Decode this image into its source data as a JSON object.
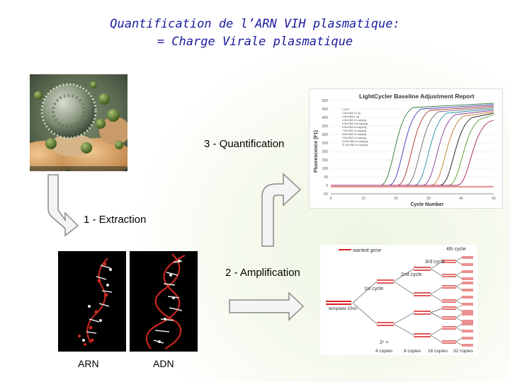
{
  "title": {
    "line1": "Quantification de l’ARN VIH plasmatique:",
    "line2": "= Charge Virale plasmatique"
  },
  "steps": {
    "quantification": "3 - Quantification",
    "extraction": "1 - Extraction",
    "amplification": "2 - Amplification"
  },
  "molecules": {
    "arn": "ARN",
    "adn": "ADN"
  },
  "lightcycler": {
    "report_title": "LightCycler Baseline Adjustment Report",
    "ylabel": "Fluorescence (F1)",
    "xlabel": "Cycle Number",
    "yticks": [
      "500",
      "450",
      "400",
      "350",
      "300",
      "250",
      "200",
      "150",
      "100",
      "50",
      "0",
      "-50"
    ],
    "xticks": [
      "0",
      "10",
      "20",
      "30",
      "40",
      "50"
    ],
    "legend": [
      "1  NTC",
      "2  5e-DNA 10 ng",
      "3  5e-DNA 1 ng",
      "4  5e-DNA 10 copy/ng",
      "5  5e-DNA 100 copy/ng",
      "6  5e-DNA 1e copy/ng",
      "7  5e-DNA 1e copy/ng",
      "8  5e-DNA 1e copy/ng",
      "9  5e-DNA 1e copy/ng",
      "10 5e-DNA 1e copy/ng",
      "11 5e-DNA 1e copy/ng"
    ],
    "colors": {
      "accent_red": "#d42020",
      "grid": "#bfbfbf"
    }
  },
  "pcr": {
    "wanted_gene": "wanted gene",
    "template": "template DNA",
    "cycle1": "1st cycle",
    "cycle2": "2nd cycle",
    "cycle3": "3rd cycle",
    "cycle4": "4th cycle",
    "copies": [
      "4 copies",
      "8 copies",
      "16 copies",
      "32 copies"
    ],
    "formula": "2ⁿ ="
  },
  "colors": {
    "title": "#1a1aa0",
    "arrow_light": "#f4f4f4",
    "arrow_dark": "#8a8a8a",
    "dna_red": "#c8281e"
  }
}
